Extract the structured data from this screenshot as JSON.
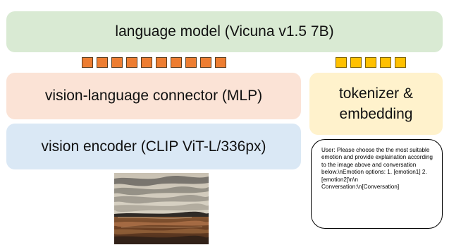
{
  "language_model": {
    "label": "language model (Vicuna v1.5 7B)"
  },
  "connector": {
    "label": "vision-language connector (MLP)"
  },
  "encoder": {
    "label": "vision encoder (CLIP ViT-L/336px)"
  },
  "tokenizer": {
    "label": "tokenizer &\nembedding"
  },
  "prompt": {
    "text": "User: Please choose the the most suitable emotion and provide explaination according to the image above and conversation below.\\nEmotion options: 1. [emotion1] 2. [emotion2]\\n\\n Conversation:\\n[Conversation]"
  },
  "visual_tokens": {
    "count": 10,
    "color": "#ed7d31"
  },
  "text_tokens": {
    "count": 5,
    "color": "#ffc000"
  },
  "colors": {
    "language_model_bg": "#d9ead3",
    "connector_bg": "#fbe3d6",
    "encoder_bg": "#dae8f5",
    "tokenizer_bg": "#fff2cc"
  }
}
